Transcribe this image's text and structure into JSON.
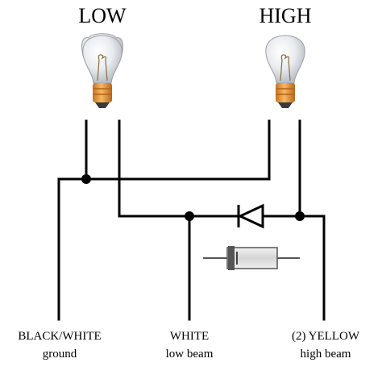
{
  "bulbs": {
    "low": {
      "title": "LOW"
    },
    "high": {
      "title": "HIGH"
    }
  },
  "terminals": {
    "ground": {
      "line1": "BLACK/WHITE",
      "line2": "ground"
    },
    "low_beam": {
      "line1": "WHITE",
      "line2": "low beam"
    },
    "high_beam": {
      "line1": "(2) YELLOW",
      "line2": "high beam"
    }
  },
  "colors": {
    "wire": "#000000",
    "bulb_glass": "#dfe3e8",
    "bulb_base": "#e89a3c",
    "diode_body": "#e6e6e6"
  },
  "icons": {
    "low_bulb": "light-bulb-icon",
    "high_bulb": "light-bulb-icon",
    "diode_symbol": "diode-symbol-icon",
    "diode_component": "diode-component-icon"
  }
}
